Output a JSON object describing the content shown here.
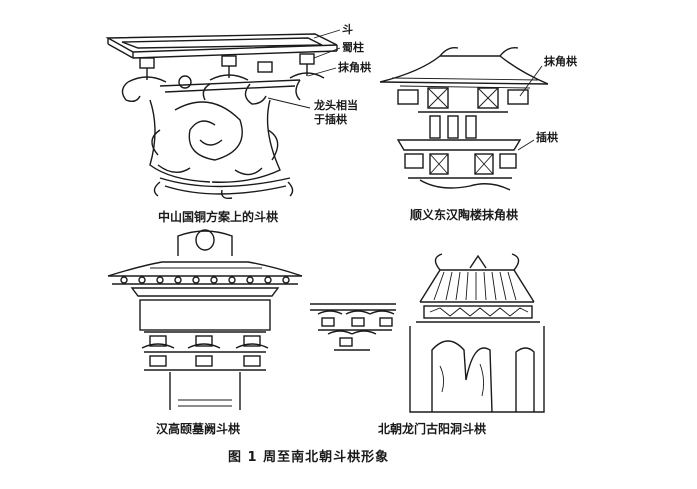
{
  "panels": {
    "bronze_table": {
      "labels": [
        "斗",
        "蜀柱",
        "抹角栱",
        "龙头相当",
        "于插栱"
      ],
      "caption": "中山国铜方案上的斗栱"
    },
    "pottery_tower": {
      "labels": [
        "抹角栱",
        "插栱"
      ],
      "caption": "顺义东汉陶楼抹角栱"
    },
    "gao_yi_que": {
      "caption": "汉高颐墓阙斗栱"
    },
    "longmen_cave": {
      "caption": "北朝龙门古阳洞斗栱"
    }
  },
  "figure_caption": "图 1   周至南北朝斗栱形象"
}
